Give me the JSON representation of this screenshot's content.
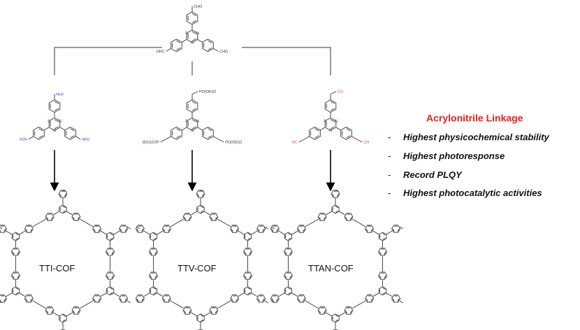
{
  "monomers": {
    "aldehyde": {
      "substituents": [
        "CHO",
        "DHC",
        "CHO"
      ]
    },
    "amine": {
      "substituents": [
        "NH2",
        "H2N",
        "NH2"
      ],
      "color": "#4a4ad0"
    },
    "phosphonate": {
      "substituents": [
        "PO(OEt)2",
        "(EtO)2OP",
        "PO(OEt)2"
      ],
      "color": "#333333"
    },
    "nitrile": {
      "substituents": [
        "CN",
        "NC",
        "CN"
      ],
      "color": "#e05050"
    }
  },
  "ring_atom": "N",
  "cofs": [
    {
      "label": "TTI-COF"
    },
    {
      "label": "TTV-COF"
    },
    {
      "label": "TTAN-COF"
    }
  ],
  "highlight": {
    "title": "Acrylonitrile Linkage",
    "title_color": "#e8201c",
    "bullets": [
      {
        "dash": "-",
        "text": "Highest physicochemical stability"
      },
      {
        "dash": "-",
        "text": "Highest photoresponse"
      },
      {
        "dash": "-",
        "text": "Record PLQY"
      },
      {
        "dash": "-",
        "text": "Highest photocatalytic activities"
      }
    ]
  }
}
